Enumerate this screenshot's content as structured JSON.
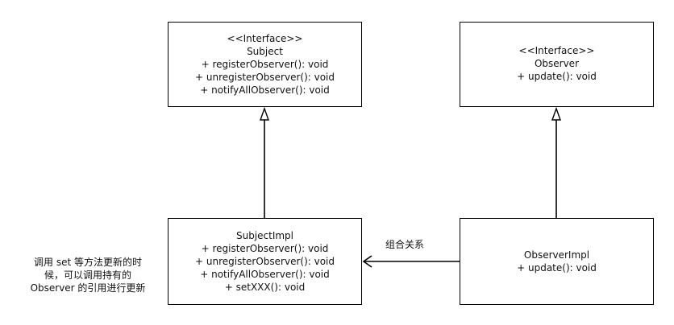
{
  "diagram": {
    "subject": {
      "lines": [
        "<<Interface>>",
        "Subject",
        "+ registerObserver(): void",
        "+ unregisterObserver(): void",
        "+ notifyAllObserver(): void"
      ]
    },
    "observer": {
      "lines": [
        "<<Interface>>",
        "Observer",
        "+ update(): void"
      ]
    },
    "subject_impl": {
      "lines": [
        "SubjectImpl",
        "+ registerObserver(): void",
        "+ unregisterObserver(): void",
        "+ notifyAllObserver(): void",
        "+ setXXX(): void"
      ]
    },
    "observer_impl": {
      "lines": [
        "ObserverImpl",
        "+ update(): void"
      ]
    },
    "relation_label": "组合关系",
    "note": {
      "lines": [
        "调用 set 等方法更新的时",
        "候，可以调用持有的",
        "Observer 的引用进行更新"
      ]
    },
    "colors": {
      "stroke": "#000000",
      "fill": "#ffffff",
      "text": "#111111"
    }
  }
}
